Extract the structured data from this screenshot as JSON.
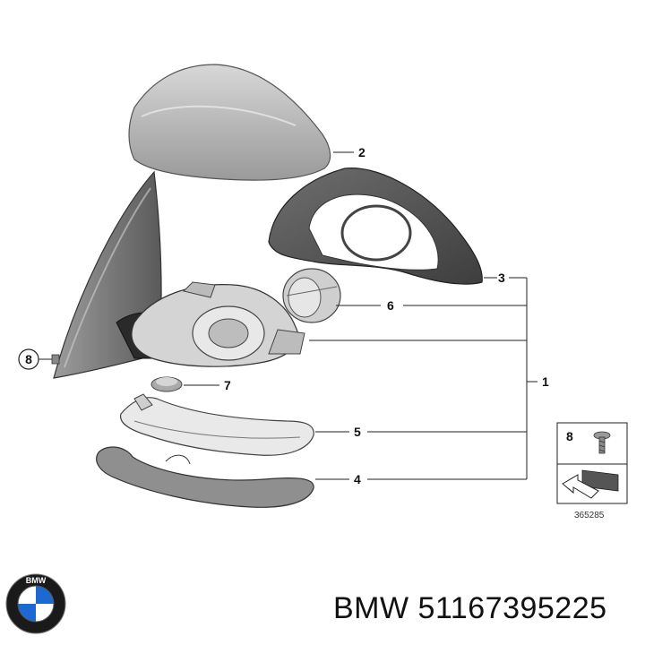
{
  "callouts": {
    "c1": "1",
    "c2": "2",
    "c3": "3",
    "c4": "4",
    "c5": "5",
    "c6": "6",
    "c7": "7",
    "c8_circle": "8",
    "c8_box": "8"
  },
  "ref_number": "365285",
  "footer": {
    "brand": "BMW",
    "part_number": "51167395225"
  },
  "logo": {
    "letters": "BMW",
    "colors": {
      "ring": "#1a1a1a",
      "blue": "#1c69d4",
      "white": "#ffffff"
    }
  }
}
